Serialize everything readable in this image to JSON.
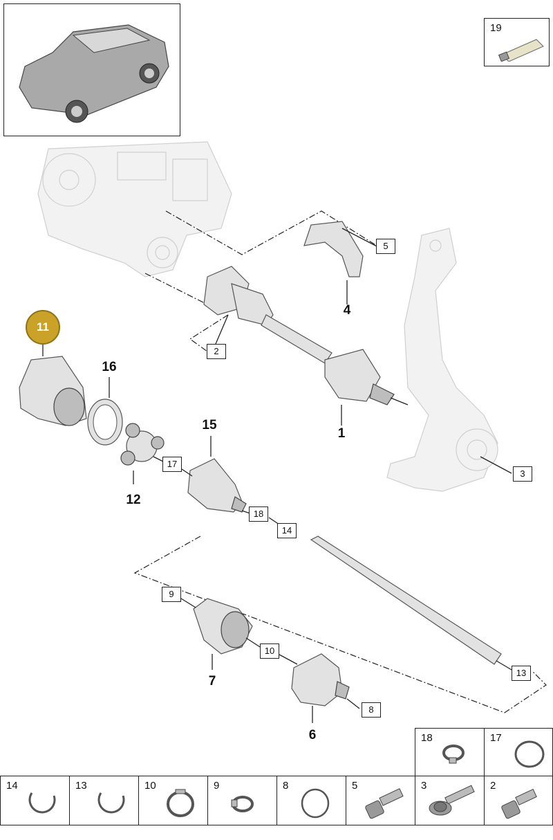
{
  "badge": {
    "label": "11"
  },
  "thumbnail": {
    "icon": "vehicle-suv-icon"
  },
  "lubricant": {
    "number": "19",
    "icon": "grease-tube-icon"
  },
  "part_labels": {
    "p1": "1",
    "p4": "4",
    "p6": "6",
    "p7": "7",
    "p12": "12",
    "p15": "15",
    "p16": "16"
  },
  "callouts": {
    "c2": "2",
    "c3": "3",
    "c5": "5",
    "c8": "8",
    "c9": "9",
    "c10": "10",
    "c13": "13",
    "c14": "14",
    "c17": "17",
    "c18": "18"
  },
  "legend": {
    "top_row": [
      {
        "number": "18",
        "icon": "hose-clamp-small-icon"
      },
      {
        "number": "17",
        "icon": "band-clamp-icon"
      }
    ],
    "bottom_row": [
      {
        "number": "14",
        "icon": "circlip-icon"
      },
      {
        "number": "13",
        "icon": "circlip-icon"
      },
      {
        "number": "10",
        "icon": "band-clamp-icon"
      },
      {
        "number": "9",
        "icon": "hose-clamp-small-icon"
      },
      {
        "number": "8",
        "icon": "retaining-ring-icon"
      },
      {
        "number": "5",
        "icon": "socket-bolt-icon"
      },
      {
        "number": "3",
        "icon": "flange-bolt-icon"
      },
      {
        "number": "2",
        "icon": "socket-bolt-icon"
      }
    ]
  }
}
